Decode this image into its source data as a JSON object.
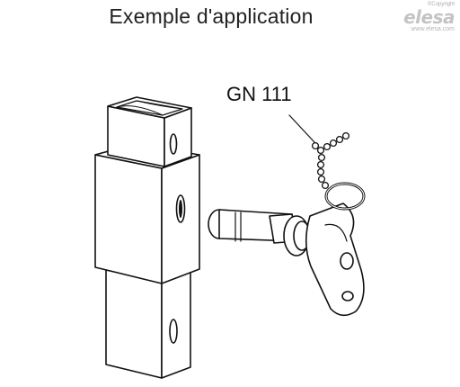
{
  "title": "Exemple d'application",
  "watermark": {
    "copyright": "©Copyright",
    "logo": "elesa",
    "url": "www.elesa.com"
  },
  "part_label": "GN 111",
  "colors": {
    "line": "#111111",
    "fill": "#ffffff",
    "watermark": "#c4c4c4"
  }
}
